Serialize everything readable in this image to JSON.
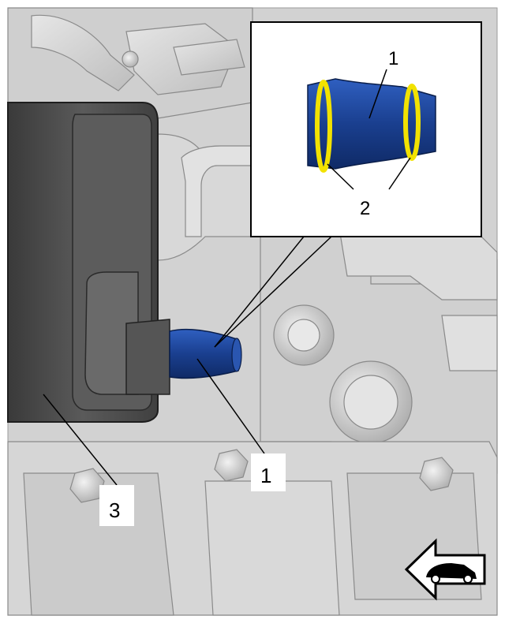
{
  "callouts": {
    "hose_main": "1",
    "cooler": "3",
    "inset_hose": "1",
    "inset_seals": "2"
  },
  "direction_indicator": {
    "icon": "car-front-arrow-left-icon"
  },
  "colors": {
    "background": "#ffffff",
    "engine_gray": "#d6d6d6",
    "cooler_dark": "#4a4a4a",
    "hose_blue": "#1f4fa8",
    "seal_yellow": "#f2e200",
    "outline": "#000000"
  }
}
